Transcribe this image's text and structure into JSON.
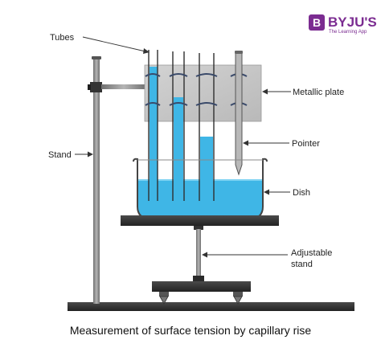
{
  "brand": {
    "logo_letter": "B",
    "name": "BYJU'S",
    "tagline": "The Learning App",
    "color": "#7b2c91"
  },
  "labels": {
    "tubes": "Tubes",
    "metallic_plate": "Metallic plate",
    "stand": "Stand",
    "pointer": "Pointer",
    "dish": "Dish",
    "adjustable_stand_line1": "Adjustable",
    "adjustable_stand_line2": "stand"
  },
  "caption": "Measurement of surface tension by capillary rise",
  "colors": {
    "water": "#3fb6e6",
    "plate": "#c7c7c7",
    "metal_dark": "#3a3a3a",
    "stand_rod": "#8a8a8a"
  }
}
